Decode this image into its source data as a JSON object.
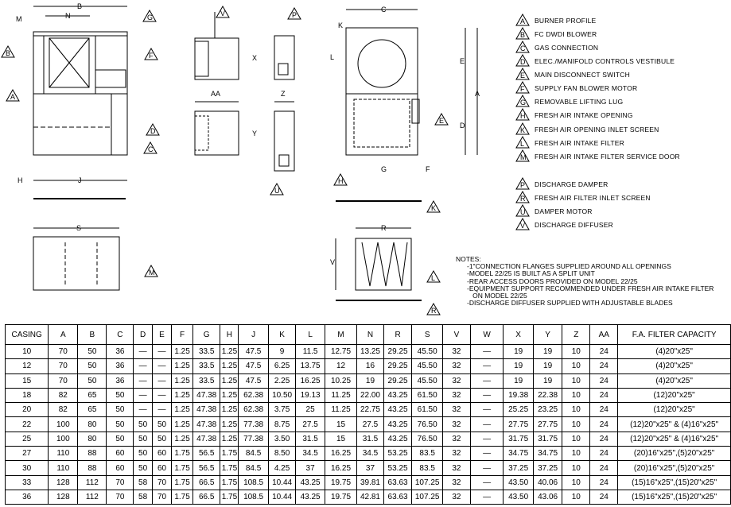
{
  "legend": {
    "items": [
      {
        "key": "A",
        "label": "BURNER PROFILE"
      },
      {
        "key": "B",
        "label": "FC DWDI BLOWER"
      },
      {
        "key": "C",
        "label": "GAS CONNECTION"
      },
      {
        "key": "D",
        "label": "ELEC./MANIFOLD CONTROLS VESTIBULE"
      },
      {
        "key": "E",
        "label": "MAIN DISCONNECT SWITCH"
      },
      {
        "key": "F",
        "label": "SUPPLY FAN BLOWER MOTOR"
      },
      {
        "key": "G",
        "label": "REMOVABLE LIFTING LUG"
      },
      {
        "key": "H",
        "label": "FRESH AIR INTAKE OPENING"
      },
      {
        "key": "K",
        "label": "FRESH AIR OPENING INLET SCREEN"
      },
      {
        "key": "L",
        "label": "FRESH AIR INTAKE FILTER"
      },
      {
        "key": "M",
        "label": "FRESH AIR INTAKE FILTER SERVICE DOOR"
      },
      {
        "key": "P",
        "label": "DISCHARGE DAMPER"
      },
      {
        "key": "R",
        "label": "FRESH AIR FILTER INLET SCREEN"
      },
      {
        "key": "U",
        "label": "DAMPER MOTOR"
      },
      {
        "key": "V",
        "label": "DISCHARGE DIFFUSER"
      }
    ]
  },
  "drawing_labels": {
    "dims": {
      "M": "M",
      "B": "B",
      "N": "N",
      "H": "H",
      "J": "J",
      "S": "S",
      "X": "X",
      "AA": "AA",
      "Z": "Z",
      "Y": "Y",
      "C": "C",
      "K": "K",
      "L": "L",
      "E": "E",
      "A": "A",
      "D": "D",
      "G": "G",
      "F": "F",
      "R": "R",
      "V": "V"
    },
    "callouts": {
      "G": "G",
      "B": "B",
      "F": "F",
      "A": "A",
      "D": "D",
      "C": "C",
      "M": "M",
      "V": "V",
      "P": "P",
      "U": "U",
      "E": "E",
      "H": "H",
      "K": "K",
      "L": "L",
      "R": "R"
    }
  },
  "notes": {
    "title": "NOTES:",
    "items": [
      "-1\"CONNECTION FLANGES SUPPLIED AROUND ALL OPENINGS",
      "-MODEL 22/25 IS BUILT AS A SPLIT UNIT",
      "-REAR ACCESS DOORS PROVIDED ON MODEL 22/25",
      "-EQUIPMENT SUPPORT RECOMMENDED UNDER FRESH AIR INTAKE FILTER\n   ON MODEL 22/25",
      "-DISCHARGE DIFFUSER SUPPLIED WITH ADJUSTABLE BLADES"
    ]
  },
  "table": {
    "headers": [
      "CASING",
      "A",
      "B",
      "C",
      "D",
      "E",
      "F",
      "G",
      "H",
      "J",
      "K",
      "L",
      "M",
      "N",
      "R",
      "S",
      "V",
      "W",
      "X",
      "Y",
      "Z",
      "AA",
      "F.A.  FILTER  CAPACITY"
    ],
    "rows": [
      [
        "10",
        "70",
        "50",
        "36",
        "—",
        "—",
        "1.25",
        "33.5",
        "1.25",
        "47.5",
        "9",
        "11.5",
        "12.75",
        "13.25",
        "29.25",
        "45.50",
        "32",
        "—",
        "19",
        "19",
        "10",
        "24",
        "(4)20\"x25\""
      ],
      [
        "12",
        "70",
        "50",
        "36",
        "—",
        "—",
        "1.25",
        "33.5",
        "1.25",
        "47.5",
        "6.25",
        "13.75",
        "12",
        "16",
        "29.25",
        "45.50",
        "32",
        "—",
        "19",
        "19",
        "10",
        "24",
        "(4)20\"x25\""
      ],
      [
        "15",
        "70",
        "50",
        "36",
        "—",
        "—",
        "1.25",
        "33.5",
        "1.25",
        "47.5",
        "2.25",
        "16.25",
        "10.25",
        "19",
        "29.25",
        "45.50",
        "32",
        "—",
        "19",
        "19",
        "10",
        "24",
        "(4)20\"x25\""
      ],
      [
        "18",
        "82",
        "65",
        "50",
        "—",
        "—",
        "1.25",
        "47.38",
        "1.25",
        "62.38",
        "10.50",
        "19.13",
        "11.25",
        "22.00",
        "43.25",
        "61.50",
        "32",
        "—",
        "19.38",
        "22.38",
        "10",
        "24",
        "(12)20\"x25\""
      ],
      [
        "20",
        "82",
        "65",
        "50",
        "—",
        "—",
        "1.25",
        "47.38",
        "1.25",
        "62.38",
        "3.75",
        "25",
        "11.25",
        "22.75",
        "43.25",
        "61.50",
        "32",
        "—",
        "25.25",
        "23.25",
        "10",
        "24",
        "(12)20\"x25\""
      ],
      [
        "22",
        "100",
        "80",
        "50",
        "50",
        "50",
        "1.25",
        "47.38",
        "1.25",
        "77.38",
        "8.75",
        "27.5",
        "15",
        "27.5",
        "43.25",
        "76.50",
        "32",
        "—",
        "27.75",
        "27.75",
        "10",
        "24",
        "(12)20\"x25\"  &  (4)16\"x25\""
      ],
      [
        "25",
        "100",
        "80",
        "50",
        "50",
        "50",
        "1.25",
        "47.38",
        "1.25",
        "77.38",
        "3.50",
        "31.5",
        "15",
        "31.5",
        "43.25",
        "76.50",
        "32",
        "—",
        "31.75",
        "31.75",
        "10",
        "24",
        "(12)20\"x25\"  &  (4)16\"x25\""
      ],
      [
        "27",
        "110",
        "88",
        "60",
        "50",
        "60",
        "1.75",
        "56.5",
        "1.75",
        "84.5",
        "8.50",
        "34.5",
        "16.25",
        "34.5",
        "53.25",
        "83.5",
        "32",
        "—",
        "34.75",
        "34.75",
        "10",
        "24",
        "(20)16\"x25\",(5)20\"x25\""
      ],
      [
        "30",
        "110",
        "88",
        "60",
        "50",
        "60",
        "1.75",
        "56.5",
        "1.75",
        "84.5",
        "4.25",
        "37",
        "16.25",
        "37",
        "53.25",
        "83.5",
        "32",
        "—",
        "37.25",
        "37.25",
        "10",
        "24",
        "(20)16\"x25\",(5)20\"x25\""
      ],
      [
        "33",
        "128",
        "112",
        "70",
        "58",
        "70",
        "1.75",
        "66.5",
        "1.75",
        "108.5",
        "10.44",
        "43.25",
        "19.75",
        "39.81",
        "63.63",
        "107.25",
        "32",
        "—",
        "43.50",
        "40.06",
        "10",
        "24",
        "(15)16\"x25\",(15)20\"x25\""
      ],
      [
        "36",
        "128",
        "112",
        "70",
        "58",
        "70",
        "1.75",
        "66.5",
        "1.75",
        "108.5",
        "10.44",
        "43.25",
        "19.75",
        "42.81",
        "63.63",
        "107.25",
        "32",
        "—",
        "43.50",
        "43.06",
        "10",
        "24",
        "(15)16\"x25\",(15)20\"x25\""
      ]
    ]
  }
}
